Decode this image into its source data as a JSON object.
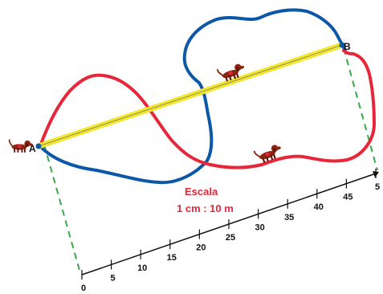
{
  "points": {
    "start": "A",
    "end": "B"
  },
  "scale_legend": {
    "title": "Escala",
    "ratio": "1 cm : 10 m"
  },
  "ruler": {
    "ticks": [
      "0",
      "5",
      "10",
      "15",
      "20",
      "25",
      "30",
      "35",
      "40",
      "45",
      "5"
    ]
  },
  "colors": {
    "red_path": "#e8263a",
    "blue_path": "#0b57a8",
    "straight_line": "#f2e629",
    "projection": "#3aa84a",
    "text_red": "#e8263a"
  },
  "icons": [
    "dachshund-icon"
  ]
}
